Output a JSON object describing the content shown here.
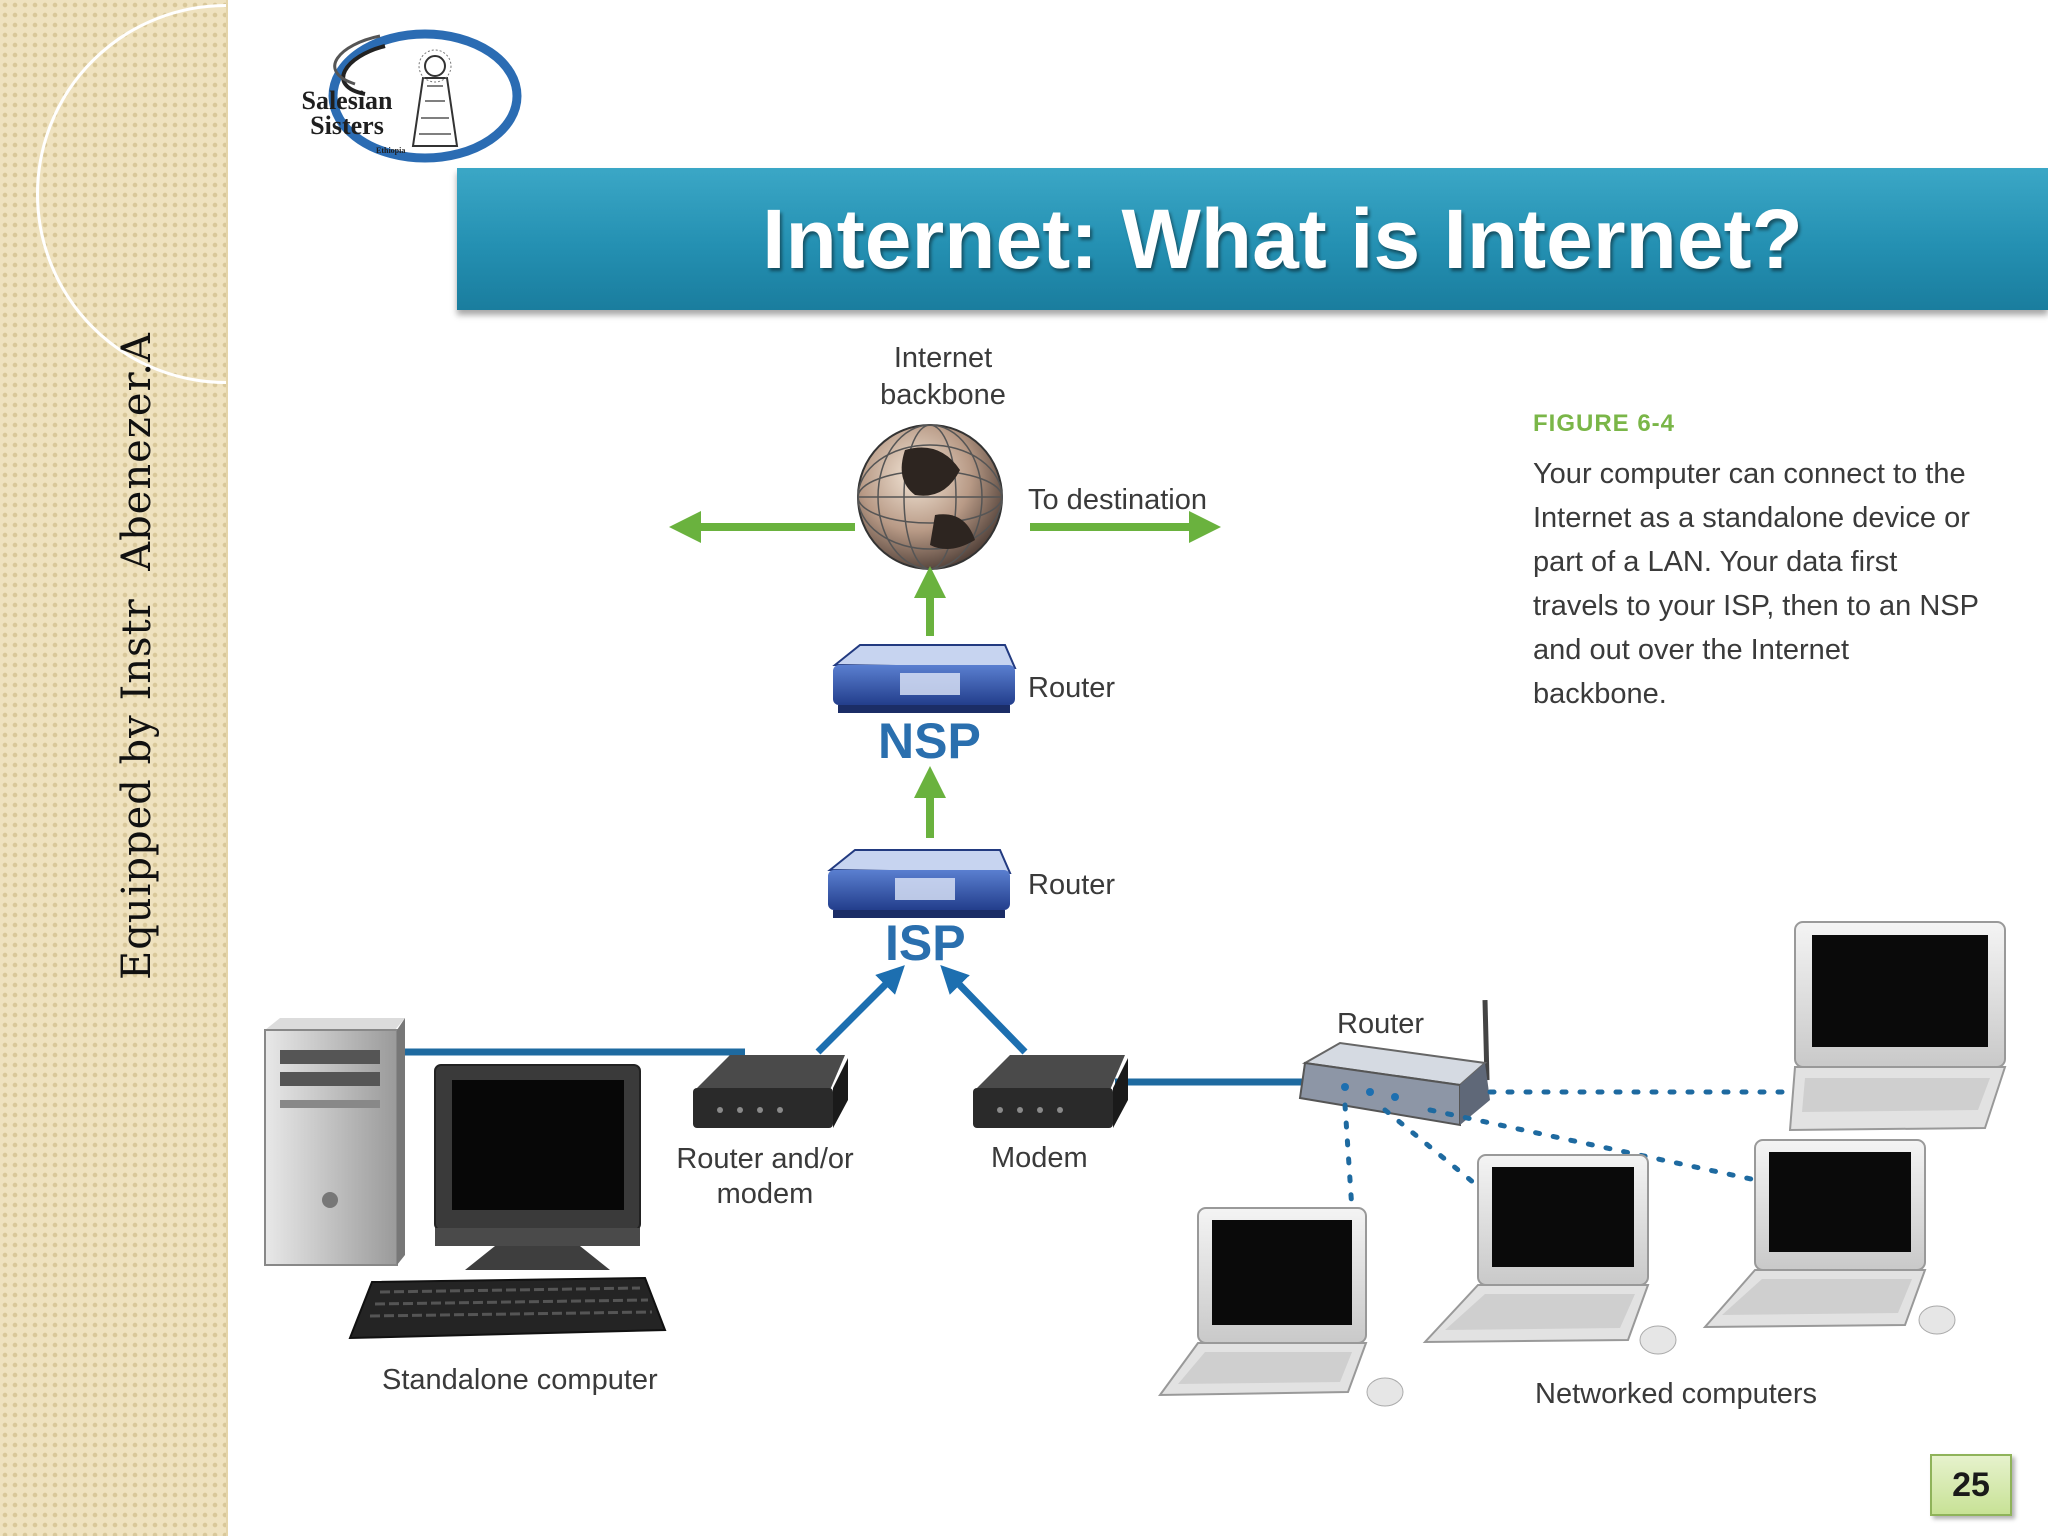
{
  "sidebar": {
    "credit_text": "Equipped by Instr  Abenezer.A"
  },
  "logo": {
    "name": "Salesian\nSisters",
    "sub": "Ethiopia"
  },
  "slide": {
    "title": "Internet: What is Internet?",
    "number": "25"
  },
  "diagram": {
    "backbone_label": "Internet\nbackbone",
    "destination_label": "To destination",
    "nsp_router_label": "Router",
    "nsp_name": "NSP",
    "isp_router_label": "Router",
    "isp_name": "ISP",
    "router_modem_label": "Router and/or\nmodem",
    "modem_label": "Modem",
    "lan_router_label": "Router",
    "standalone_label": "Standalone computer",
    "networked_label": "Networked computers"
  },
  "figure": {
    "label": "FIGURE 6-4",
    "text": "Your computer can connect to the Internet as a standalone device or part of a LAN. Your data first travels to your ISP, then to an NSP and out over the Internet backbone."
  },
  "colors": {
    "title_band": "#2490b2",
    "arrow_green": "#6ab23e",
    "arrow_blue": "#1d6fb0",
    "node_blue": "#2a6fae",
    "figure_label": "#7ab648",
    "strip_beige": "#efe2bf"
  }
}
